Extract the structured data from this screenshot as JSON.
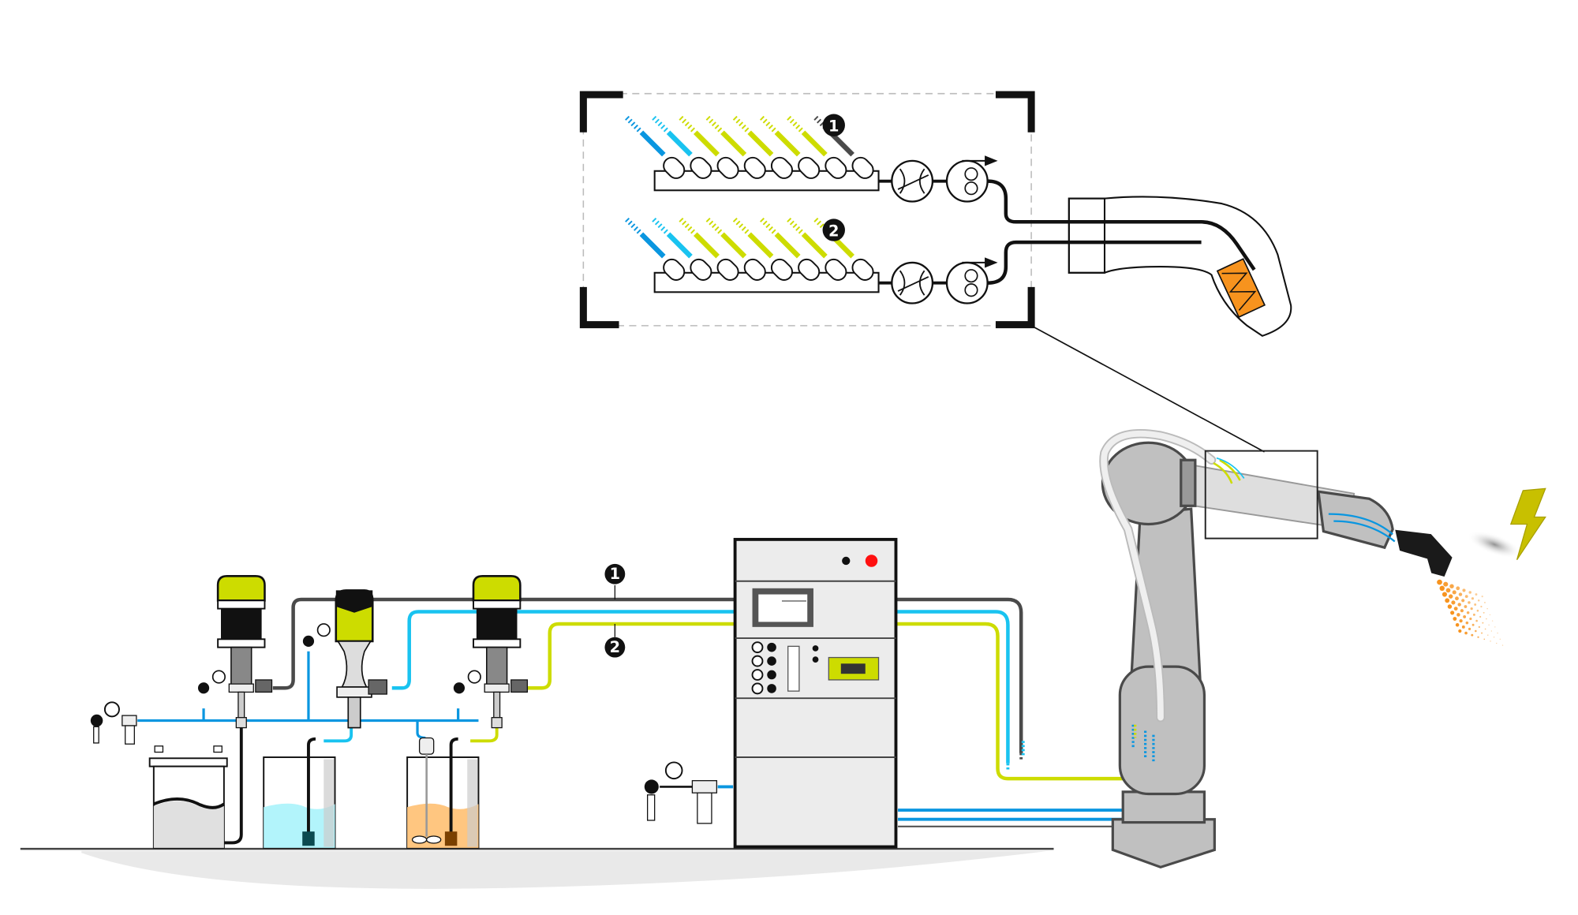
{
  "markers": {
    "line_1": "1",
    "line_2": "2"
  },
  "colors": {
    "dark_line": "#4a4a4a",
    "blue_line": "#0a96e0",
    "cyan_line": "#19c3f0",
    "yellow_line": "#cddc00",
    "robot_gray": "#c0c0c0",
    "spray_orange": "#f7931e",
    "lightning": "#c8c000",
    "stop_button": "#ff1010"
  },
  "color_changer": {
    "row_1_valve_colors": [
      "blue",
      "cyan",
      "yellow",
      "yellow",
      "yellow",
      "yellow",
      "yellow",
      "dark"
    ],
    "row_2_valve_colors": [
      "blue",
      "cyan",
      "yellow",
      "yellow",
      "yellow",
      "yellow",
      "yellow",
      "yellow"
    ]
  },
  "icons": [
    "mixer-icon",
    "dosing-pump-icon",
    "spray-gun-icon",
    "robot-icon",
    "lightning-icon",
    "pressure-gauge-icon",
    "emergency-stop-icon",
    "control-touchscreen-icon"
  ]
}
